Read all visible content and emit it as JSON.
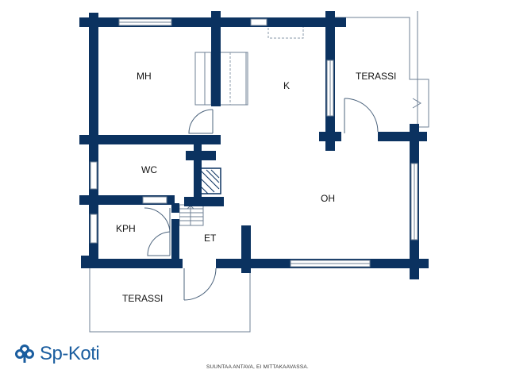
{
  "rooms": {
    "mh": "MH",
    "k": "K",
    "terassi_right": "TERASSI",
    "wc": "WC",
    "oh": "OH",
    "kph": "KPH",
    "et": "ET",
    "terassi_bottom": "TERASSI"
  },
  "logo": {
    "text": "Sp-Koti",
    "icon": "sp-koti-clover-icon",
    "color": "#1a5d9f"
  },
  "disclaimer": "SUUNTAA ANTAVA, EI MITTAKAAVASSA.",
  "colors": {
    "wall": "#0b3260",
    "line": "#6f8196"
  }
}
